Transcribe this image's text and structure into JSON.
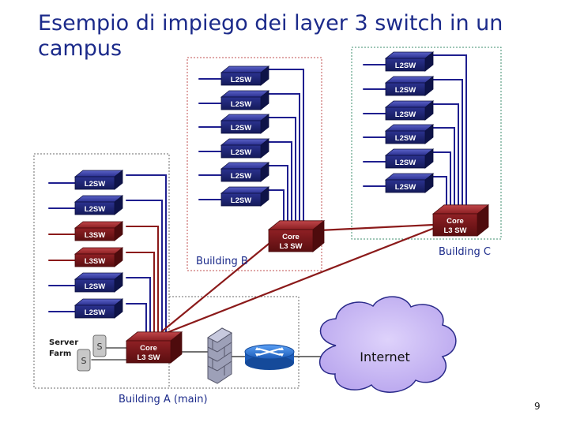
{
  "slide": {
    "title": "Esempio di impiego dei layer 3 switch in un campus",
    "page_number": "9"
  },
  "switches": {
    "l2": "L2SW",
    "l3": "L3SW",
    "core_line1": "Core",
    "core_line2": "L3 SW"
  },
  "server_farm": {
    "line1": "Server",
    "line2": "Farm",
    "server_glyph": "S"
  },
  "buildings": {
    "a": "Building A (main)",
    "b": "Building B",
    "c": "Building C"
  },
  "internet": "Internet",
  "colors": {
    "title": "#1b2a8a",
    "l2_switch": "#1a237e",
    "l3_switch": "#8b1a1a",
    "link_blue": "#1f1f8f",
    "link_red": "#8b1a1a",
    "cloud": "#c8b8f0",
    "router": "#2a6fd6"
  }
}
